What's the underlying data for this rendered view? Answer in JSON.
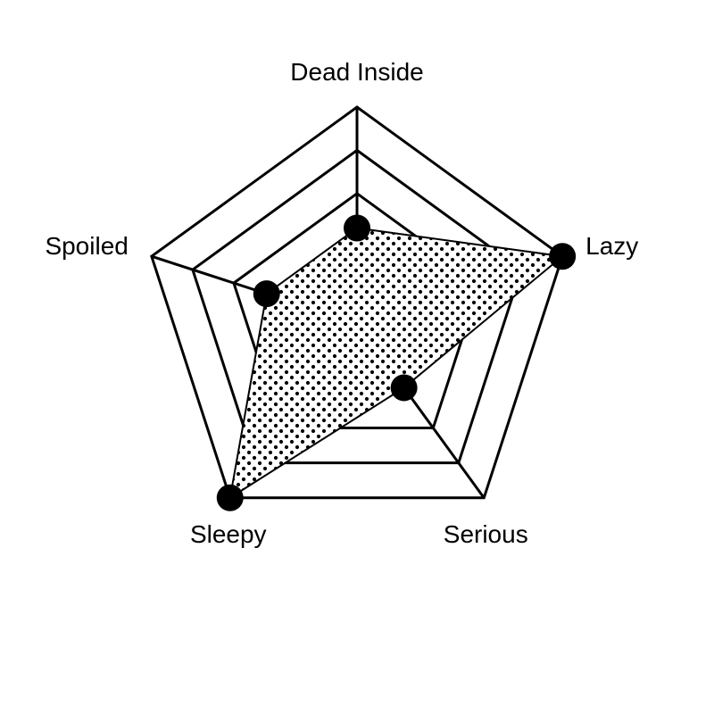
{
  "chart_data": {
    "type": "radar",
    "categories": [
      "Dead Inside",
      "Lazy",
      "Serious",
      "Sleepy",
      "Spoiled"
    ],
    "values": [
      4.4,
      10,
      3.7,
      10,
      4.4
    ],
    "rlim": [
      0,
      10
    ],
    "rings": [
      2,
      4,
      6,
      8,
      10
    ],
    "fill_pattern": "dots",
    "colors": {
      "line": "#000000",
      "fill_dot": "#000000",
      "background": "#ffffff"
    }
  }
}
